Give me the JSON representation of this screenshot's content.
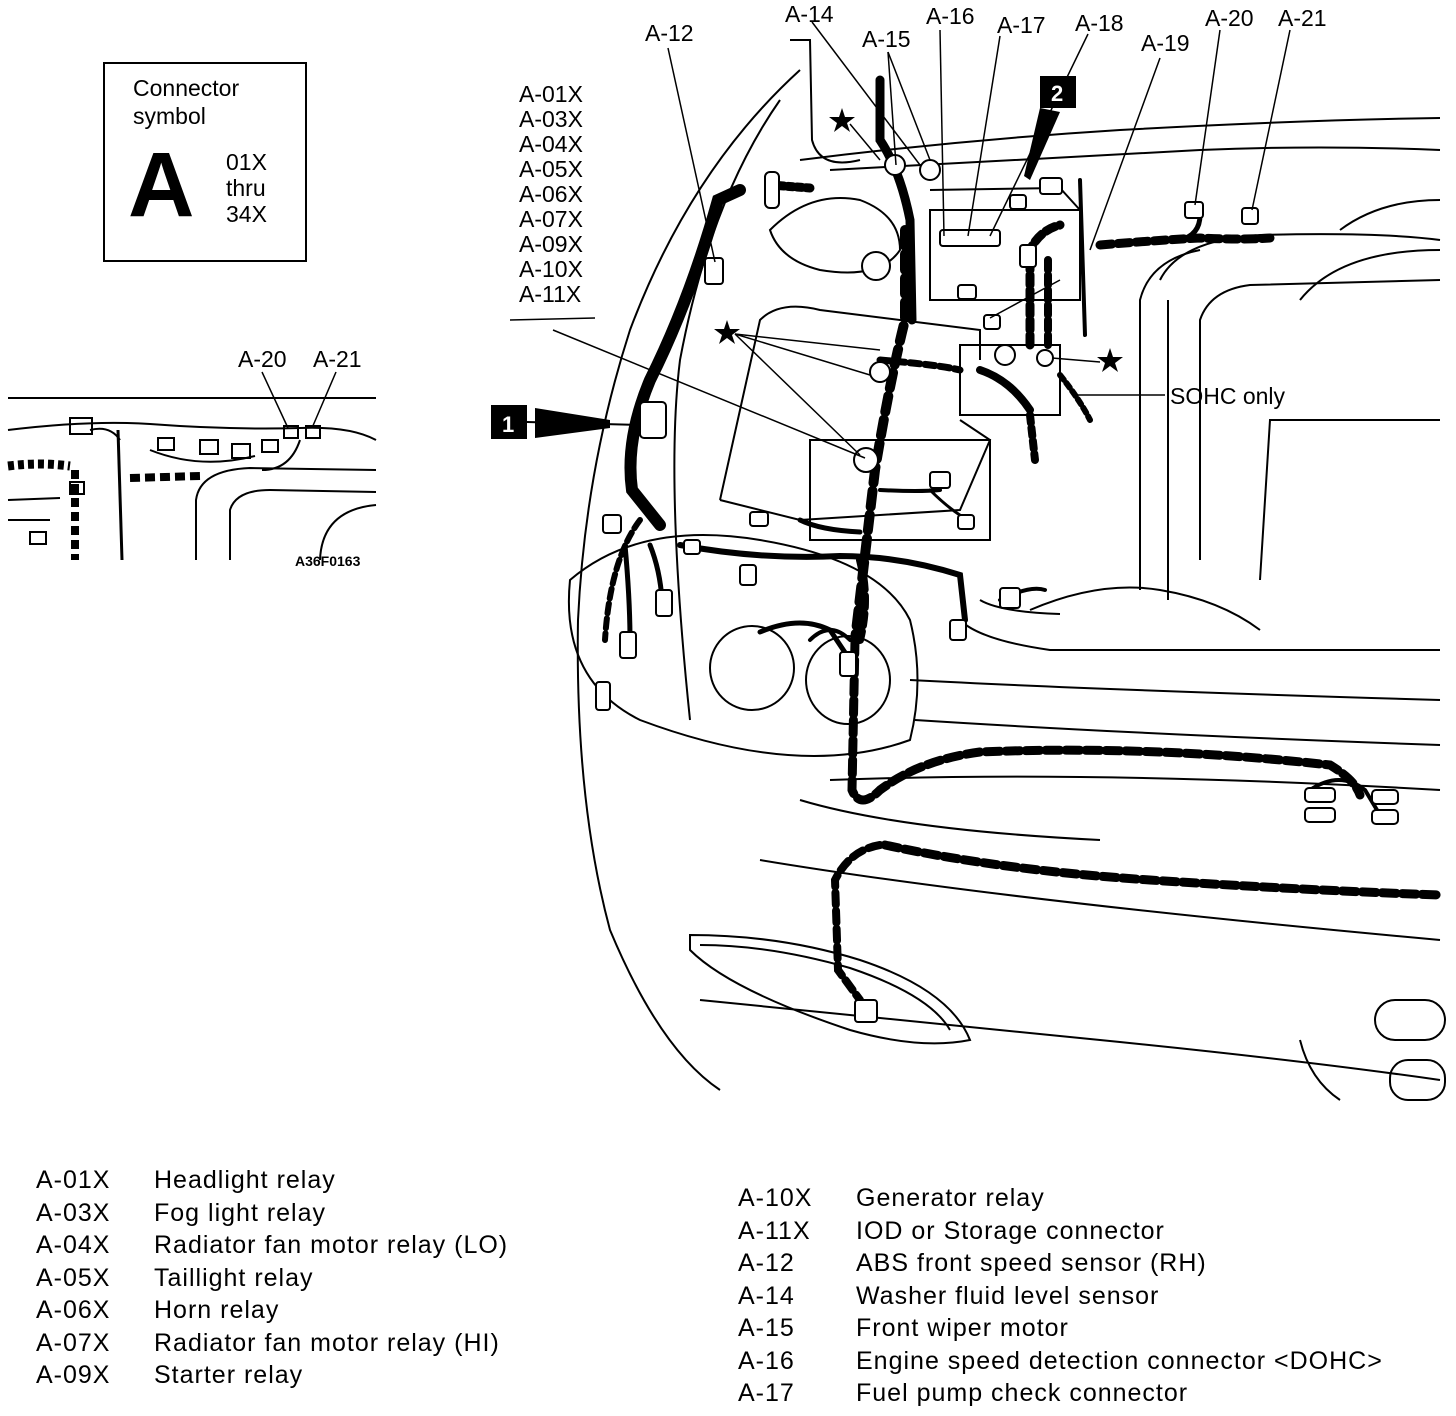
{
  "connector_box": {
    "title_line1": "Connector",
    "title_line2": "symbol",
    "letter": "A",
    "range_line1": "01X",
    "range_line2": "thru",
    "range_line3": "34X"
  },
  "inset": {
    "label_a20": "A-20",
    "label_a21": "A-21",
    "figure_id": "A36F0163"
  },
  "callouts": {
    "relay_group": [
      "A-01X",
      "A-03X",
      "A-04X",
      "A-05X",
      "A-06X",
      "A-07X",
      "A-09X",
      "A-10X",
      "A-11X"
    ],
    "a12": "A-12",
    "a14": "A-14",
    "a15": "A-15",
    "a16": "A-16",
    "a17": "A-17",
    "a18": "A-18",
    "a19": "A-19",
    "a20": "A-20",
    "a21": "A-21",
    "sohc": "SOHC only",
    "badge1": "1",
    "badge2": "2"
  },
  "legend_left": [
    {
      "code": "A-01X",
      "desc": "Headlight relay"
    },
    {
      "code": "A-03X",
      "desc": "Fog light relay"
    },
    {
      "code": "A-04X",
      "desc": "Radiator fan motor relay (LO)"
    },
    {
      "code": "A-05X",
      "desc": "Taillight relay"
    },
    {
      "code": "A-06X",
      "desc": "Horn relay"
    },
    {
      "code": "A-07X",
      "desc": "Radiator fan motor relay (HI)"
    },
    {
      "code": "A-09X",
      "desc": "Starter relay"
    }
  ],
  "legend_right": [
    {
      "code": "A-10X",
      "desc": "Generator relay"
    },
    {
      "code": "A-11X",
      "desc": "IOD or Storage connector"
    },
    {
      "code": "A-12",
      "desc": "ABS front speed sensor (RH)"
    },
    {
      "code": "A-14",
      "desc": "Washer fluid level sensor"
    },
    {
      "code": "A-15",
      "desc": "Front wiper motor"
    },
    {
      "code": "A-16",
      "desc": "Engine speed detection connector <DOHC>"
    },
    {
      "code": "A-17",
      "desc": "Fuel pump check connector"
    }
  ]
}
